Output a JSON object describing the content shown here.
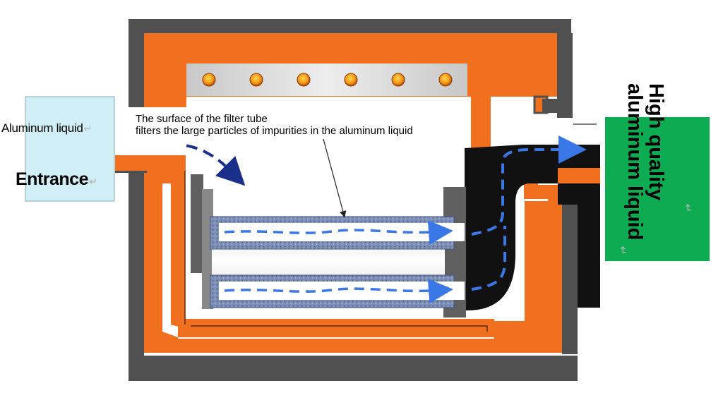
{
  "labels": {
    "inlet_line1": "Aluminum liquid",
    "inlet_line2": "Entrance",
    "note_line1": "The surface of the filter tube",
    "note_line2": "filters the large particles of impurities in the aluminum liquid",
    "outlet_line1": "High quality",
    "outlet_line2": "aluminum liquid",
    "return_mark": "↵"
  },
  "colors": {
    "housing": "#f07020",
    "frame": "#555555",
    "inlet_box": "#cfeef6",
    "outlet_box": "#0dac52",
    "flow_in": "#1a2f8a",
    "flow_out": "#3a78e8",
    "filter_media": "#7d8fb5"
  },
  "heating_elements": 6,
  "filter_tubes": 2
}
